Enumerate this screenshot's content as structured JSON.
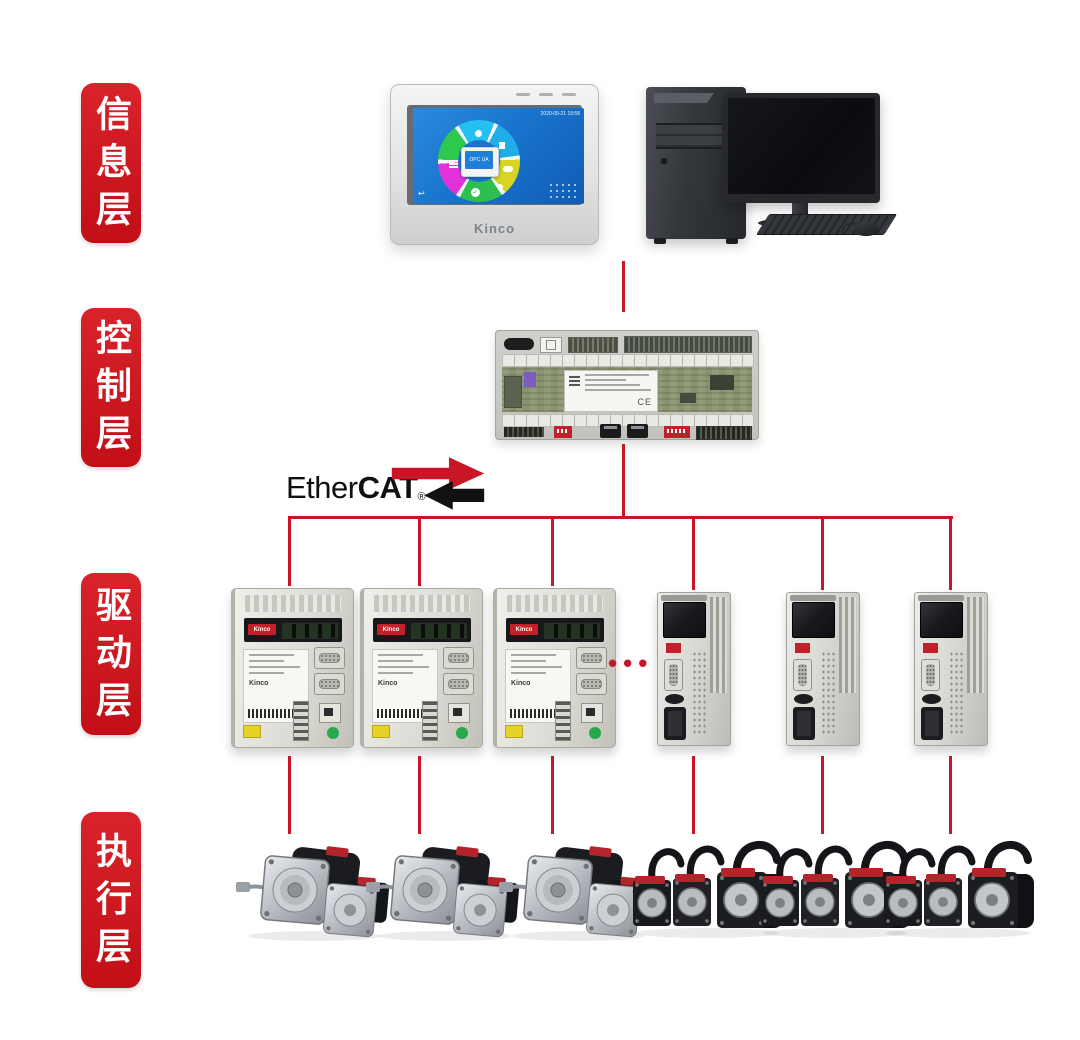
{
  "canvas": {
    "background": "#ffffff"
  },
  "palette": {
    "line_red": "#c81626",
    "tag_red": "#ce161d"
  },
  "layer_tags": [
    {
      "id": "information",
      "label": "信息层"
    },
    {
      "id": "control",
      "label": "控制层"
    },
    {
      "id": "drive",
      "label": "驱动层"
    },
    {
      "id": "execution",
      "label": "执行层"
    }
  ],
  "hmi": {
    "brand": "Kinco",
    "screen": {
      "datetime": "2020-05-21 19:58",
      "center_label": "OPC UA",
      "shield_check": "✓",
      "back_arrow": "↩"
    }
  },
  "controller": {
    "ce_mark": "CE"
  },
  "ethercat": {
    "ether": "Ether",
    "cat": "CAT",
    "registered": "®"
  },
  "drives": {
    "brand": "Kinco",
    "ellipsis": "•••"
  }
}
